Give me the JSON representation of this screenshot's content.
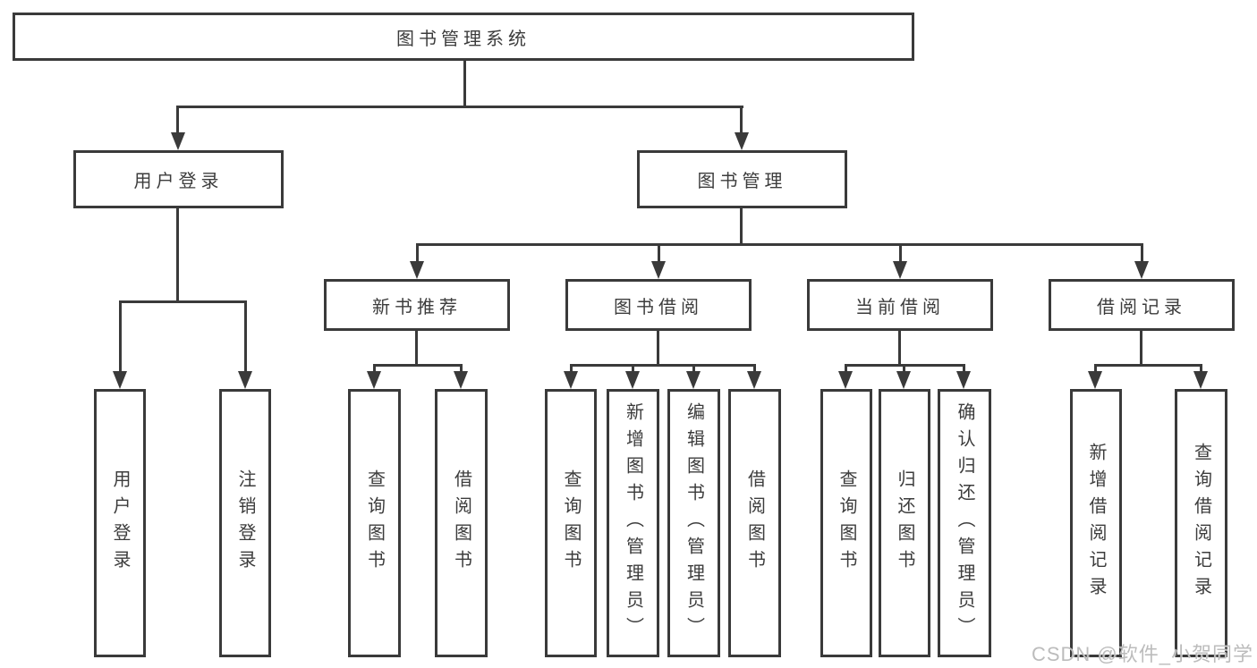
{
  "tree": {
    "label": "图书管理系统",
    "children": [
      {
        "label": "用户登录",
        "children": [
          {
            "label": "用户登录"
          },
          {
            "label": "注销登录"
          }
        ]
      },
      {
        "label": "图书管理",
        "children": [
          {
            "label": "新书推荐",
            "children": [
              {
                "label": "查询图书"
              },
              {
                "label": "借阅图书"
              }
            ]
          },
          {
            "label": "图书借阅",
            "children": [
              {
                "label": "查询图书"
              },
              {
                "label": "新增图书（管理员）"
              },
              {
                "label": "编辑图书（管理员）"
              },
              {
                "label": "借阅图书"
              }
            ]
          },
          {
            "label": "当前借阅",
            "children": [
              {
                "label": "查询图书"
              },
              {
                "label": "归还图书"
              },
              {
                "label": "确认归还（管理员）"
              }
            ]
          },
          {
            "label": "借阅记录",
            "children": [
              {
                "label": "新增借阅记录"
              },
              {
                "label": "查询借阅记录"
              }
            ]
          }
        ]
      }
    ]
  },
  "watermark": {
    "text": "CSDN @软件_小贺同学"
  },
  "colors": {
    "line": "#3a3a3a",
    "text": "#3c3c3c",
    "watermark": "#bcbcbc",
    "background": "#ffffff"
  }
}
